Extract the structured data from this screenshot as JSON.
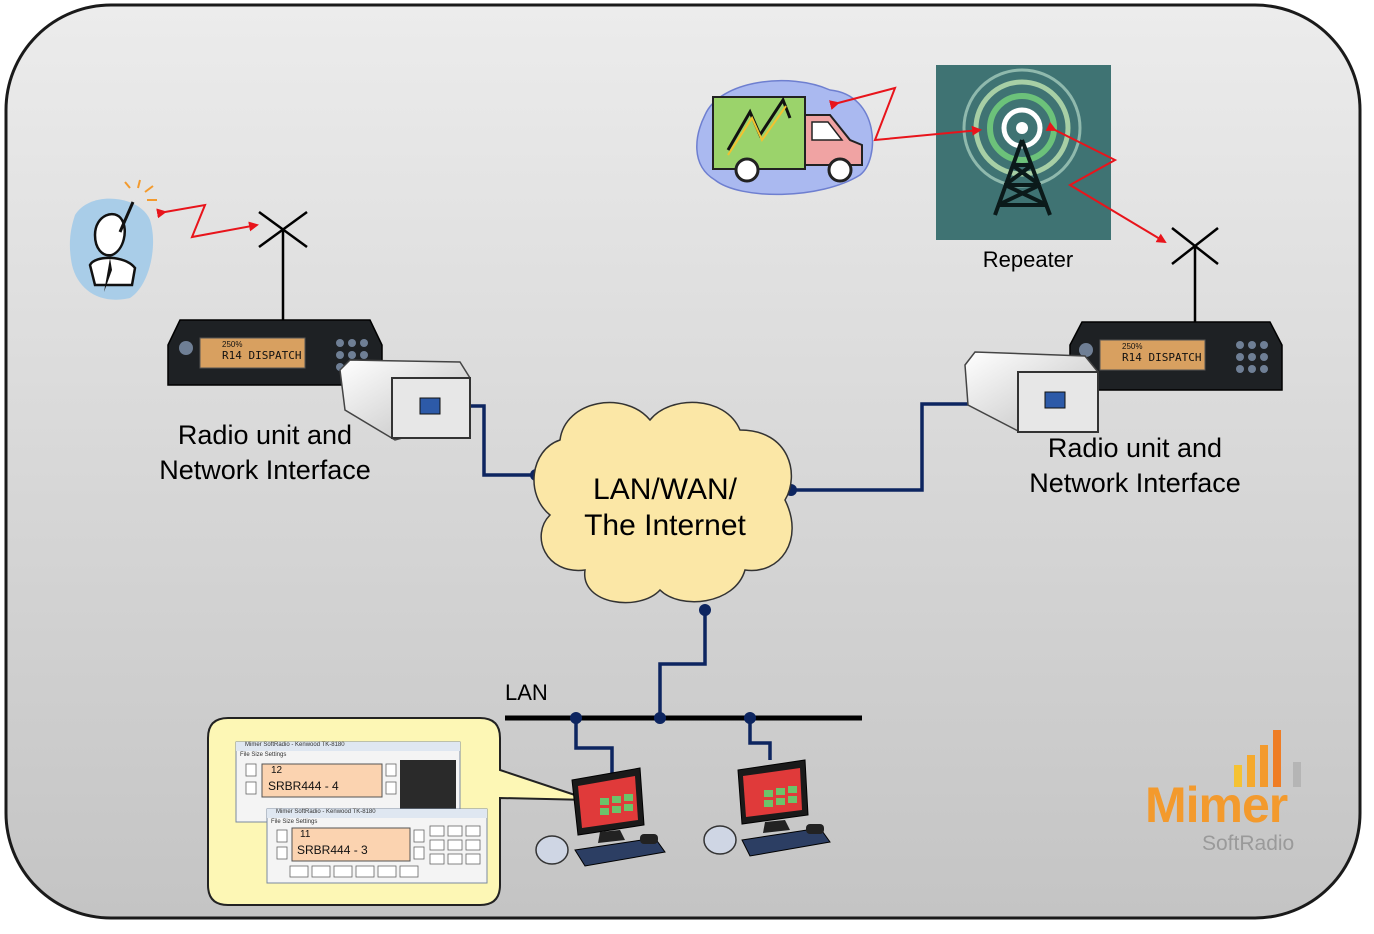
{
  "labels": {
    "repeater": "Repeater",
    "radio_left_line1": "Radio unit and",
    "radio_left_line2": "Network Interface",
    "radio_right_line1": "Radio unit and",
    "radio_right_line2": "Network Interface",
    "cloud_line1": "LAN/WAN/",
    "cloud_line2": "The Internet",
    "lan": "LAN"
  },
  "radio_display_text": "R14 DISPATCH",
  "radio_display_small": "250%",
  "softradio_windows": [
    {
      "title": "Mimer SoftRadio - Kenwood TK-8180",
      "menu": "File   Size   Settings",
      "channel": "12",
      "unit": "SRBR444 - 4"
    },
    {
      "title": "Mimer SoftRadio - Kenwood TK-8180",
      "menu": "File   Size   Settings",
      "channel": "11",
      "unit": "SRBR444 - 3"
    }
  ],
  "logo": {
    "name": "Mimer",
    "subtitle": "SoftRadio"
  },
  "colors": {
    "frame_fill": "#cfcfcf",
    "frame_stroke": "#1a1a1a",
    "network_line": "#0d2560",
    "radio_link": "#e8141b",
    "cloud_fill": "#fbe7a6",
    "callout_fill": "#fdf7b5",
    "repeater_bg": "#3f7373",
    "logo_orange": "#f39a2d",
    "logo_gray": "#9a9a9a"
  }
}
